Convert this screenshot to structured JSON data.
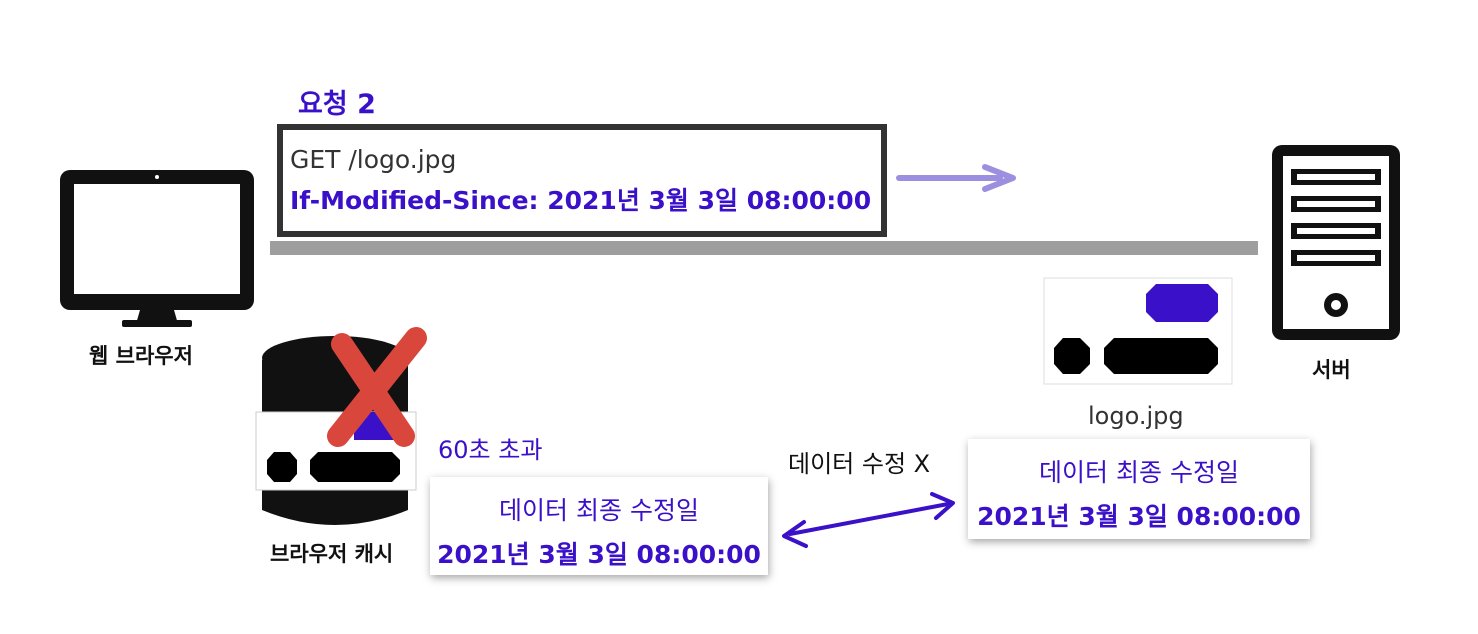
{
  "request": {
    "label": "요청 2",
    "line1": "GET /logo.jpg",
    "line2": "If-Modified-Since: 2021년 3월 3일 08:00:00"
  },
  "browser": {
    "label": "웹 브라우저"
  },
  "server": {
    "label": "서버"
  },
  "cache": {
    "label": "브라우저 캐시",
    "status": "60초 초과",
    "card_title": "데이터 최종 수정일",
    "card_date": "2021년 3월 3일 08:00:00"
  },
  "server_file": {
    "name": "logo.jpg",
    "card_title": "데이터 최종 수정일",
    "card_date": "2021년 3월 3일 08:00:00"
  },
  "compare": {
    "label": "데이터 수정 X"
  },
  "colors": {
    "accent": "#3a10c8",
    "arrow": "#9c8fe0",
    "cross": "#d9473c",
    "divider": "#9e9e9e"
  }
}
